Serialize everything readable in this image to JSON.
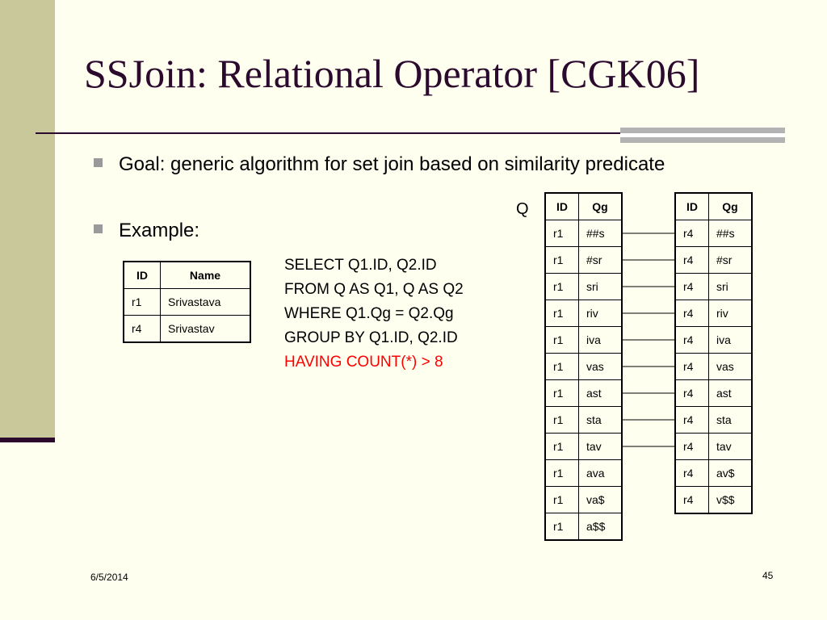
{
  "slide": {
    "title": "SSJoin: Relational Operator [CGK06]",
    "bullets": [
      "Goal: generic algorithm for set join based on similarity predicate",
      "Example:"
    ],
    "date": "6/5/2014",
    "page_number": "45"
  },
  "name_table": {
    "headers": [
      "ID",
      "Name"
    ],
    "rows": [
      [
        "r1",
        "Srivastava"
      ],
      [
        "r4",
        "Srivastav"
      ]
    ]
  },
  "sql": {
    "lines": [
      "SELECT Q1.ID, Q2.ID",
      "FROM Q AS Q1, Q AS Q2",
      "WHERE Q1.Qg = Q2.Qg",
      "GROUP BY Q1.ID, Q2.ID"
    ],
    "having": "HAVING COUNT(*) > 8"
  },
  "q_label": "Q",
  "q_left": {
    "headers": [
      "ID",
      "Qg"
    ],
    "rows": [
      [
        "r1",
        "##s"
      ],
      [
        "r1",
        "#sr"
      ],
      [
        "r1",
        "sri"
      ],
      [
        "r1",
        "riv"
      ],
      [
        "r1",
        "iva"
      ],
      [
        "r1",
        "vas"
      ],
      [
        "r1",
        "ast"
      ],
      [
        "r1",
        "sta"
      ],
      [
        "r1",
        "tav"
      ],
      [
        "r1",
        "ava"
      ],
      [
        "r1",
        "va$"
      ],
      [
        "r1",
        "a$$"
      ]
    ]
  },
  "q_right": {
    "headers": [
      "ID",
      "Qg"
    ],
    "rows": [
      [
        "r4",
        "##s"
      ],
      [
        "r4",
        "#sr"
      ],
      [
        "r4",
        "sri"
      ],
      [
        "r4",
        "riv"
      ],
      [
        "r4",
        "iva"
      ],
      [
        "r4",
        "vas"
      ],
      [
        "r4",
        "ast"
      ],
      [
        "r4",
        "sta"
      ],
      [
        "r4",
        "tav"
      ],
      [
        "r4",
        "av$"
      ],
      [
        "r4",
        "v$$"
      ]
    ]
  },
  "matching_rows": [
    0,
    1,
    2,
    3,
    4,
    5,
    6,
    7,
    8
  ]
}
